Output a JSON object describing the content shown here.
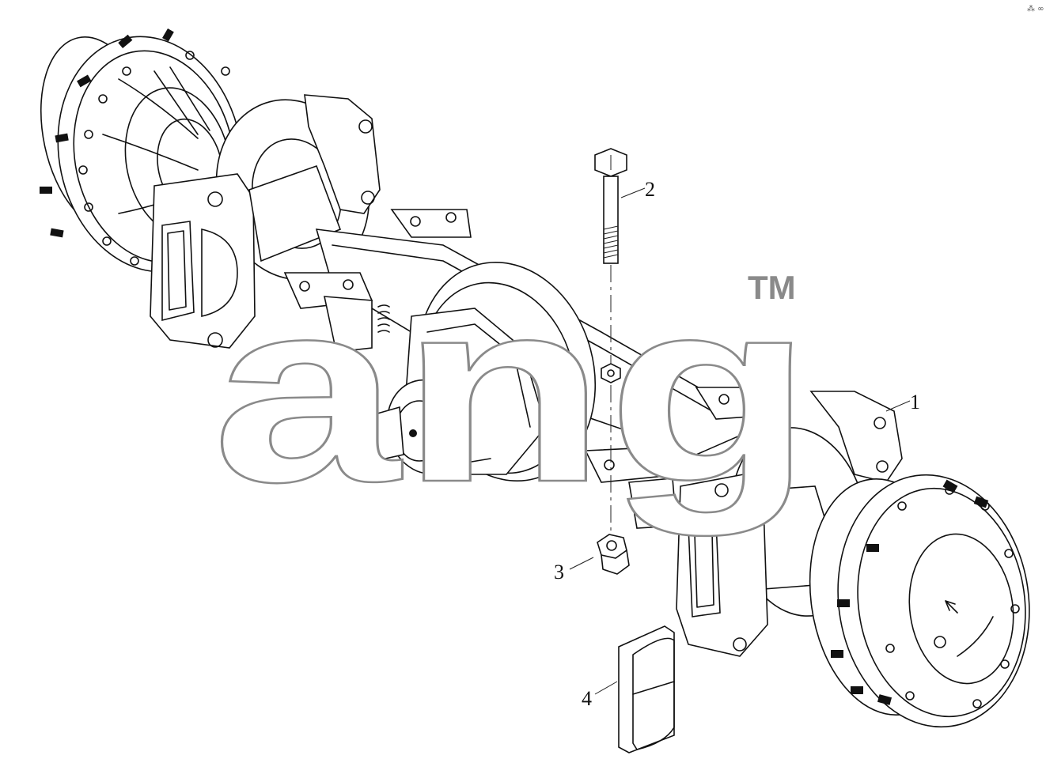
{
  "callouts": [
    {
      "label": "1",
      "part": "drive axle assembly"
    },
    {
      "label": "2",
      "part": "bolt"
    },
    {
      "label": "3",
      "part": "nut"
    },
    {
      "label": "4",
      "part": "brake pad"
    }
  ],
  "watermark": {
    "text": "ang",
    "trademark": "TM"
  },
  "corner_mark": "⁂ ∞"
}
